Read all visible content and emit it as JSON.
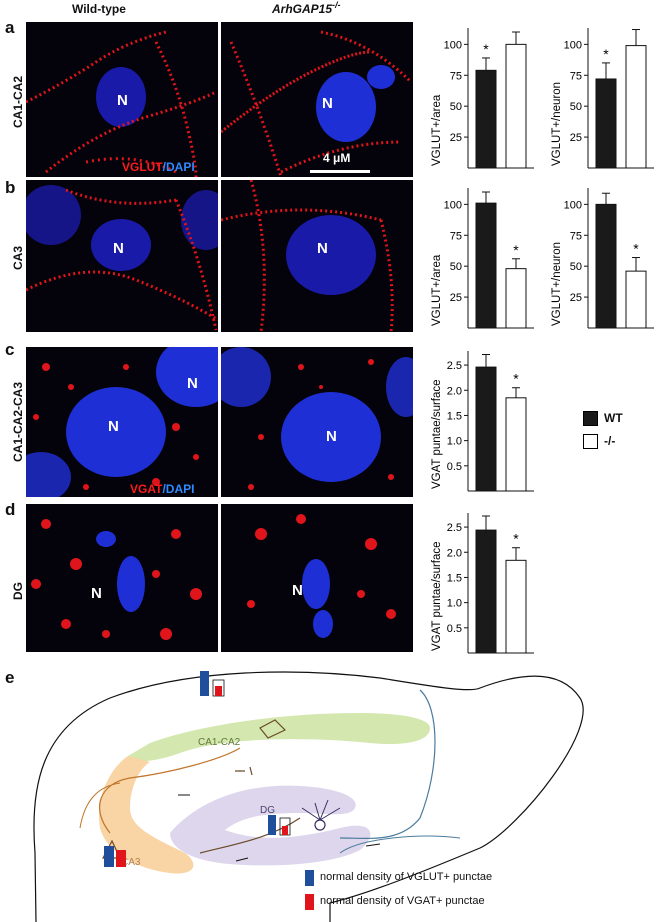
{
  "panels": {
    "a": "a",
    "b": "b",
    "c": "c",
    "d": "d",
    "e": "e"
  },
  "columns": {
    "wildtype": "Wild-type",
    "ko_base": "ArhGAP15",
    "ko_sup": "-/-"
  },
  "rows": {
    "a": "CA1-CA2",
    "b": "CA3",
    "c": "CA1-CA2-CA3",
    "d": "DG"
  },
  "image_labels": {
    "nucleus": "N",
    "scale_bar": "4 μM",
    "stain_a_red": "VGLUT",
    "stain_a_sep": "/",
    "stain_a_blue": "DAPI",
    "stain_c_red": "VGAT",
    "stain_c_sep": "/",
    "stain_c_blue": "DAPI"
  },
  "legend": {
    "wt": "WT",
    "ko": "-/-"
  },
  "diagram": {
    "ca1ca2": "CA1-CA2",
    "ca3": "CA3",
    "dg": "DG",
    "key_blue": "normal density of VGLUT+ punctae",
    "key_red": "normal density of VGAT+ punctae",
    "colors": {
      "vglut": "#1f4e9a",
      "vgat": "#e0141b",
      "ca1": "#cfe4a6",
      "ca3": "#f9d3a1",
      "dg": "#d9d2ea"
    }
  },
  "chart_data": [
    {
      "id": "a1",
      "type": "bar",
      "categories": [
        "WT",
        "-/-"
      ],
      "values": [
        79,
        100
      ],
      "errors": [
        10,
        10
      ],
      "ylabel": "VGLUT+/area",
      "yticks": [
        25,
        50,
        75,
        100
      ],
      "ylim": [
        0,
        110
      ],
      "significance": [
        "*",
        ""
      ]
    },
    {
      "id": "a2",
      "type": "bar",
      "categories": [
        "WT",
        "-/-"
      ],
      "values": [
        72,
        99
      ],
      "errors": [
        13,
        13
      ],
      "ylabel": "VGLUT+/neuron",
      "yticks": [
        25,
        50,
        75,
        100
      ],
      "ylim": [
        0,
        110
      ],
      "significance": [
        "*",
        ""
      ]
    },
    {
      "id": "b1",
      "type": "bar",
      "categories": [
        "WT",
        "-/-"
      ],
      "values": [
        101,
        48
      ],
      "errors": [
        9,
        8
      ],
      "ylabel": "VGLUT+/area",
      "yticks": [
        25,
        50,
        75,
        100
      ],
      "ylim": [
        0,
        110
      ],
      "significance": [
        "",
        "*"
      ]
    },
    {
      "id": "b2",
      "type": "bar",
      "categories": [
        "WT",
        "-/-"
      ],
      "values": [
        100,
        46
      ],
      "errors": [
        9,
        11
      ],
      "ylabel": "VGLUT+/neuron",
      "yticks": [
        25,
        50,
        75,
        100
      ],
      "ylim": [
        0,
        110
      ],
      "significance": [
        "",
        "*"
      ]
    },
    {
      "id": "c1",
      "type": "bar",
      "categories": [
        "WT",
        "-/-"
      ],
      "values": [
        2.46,
        1.85
      ],
      "errors": [
        0.25,
        0.2
      ],
      "ylabel": "VGAT puntae/surface",
      "yticks": [
        0.5,
        1.0,
        1.5,
        2.0,
        2.5
      ],
      "ylim": [
        0,
        2.7
      ],
      "significance": [
        "",
        "*"
      ]
    },
    {
      "id": "d1",
      "type": "bar",
      "categories": [
        "WT",
        "-/-"
      ],
      "values": [
        2.44,
        1.84
      ],
      "errors": [
        0.28,
        0.25
      ],
      "ylabel": "VGAT puntae/surface",
      "yticks": [
        0.5,
        1.0,
        1.5,
        2.0,
        2.5
      ],
      "ylim": [
        0,
        2.7
      ],
      "significance": [
        "",
        "*"
      ]
    }
  ]
}
